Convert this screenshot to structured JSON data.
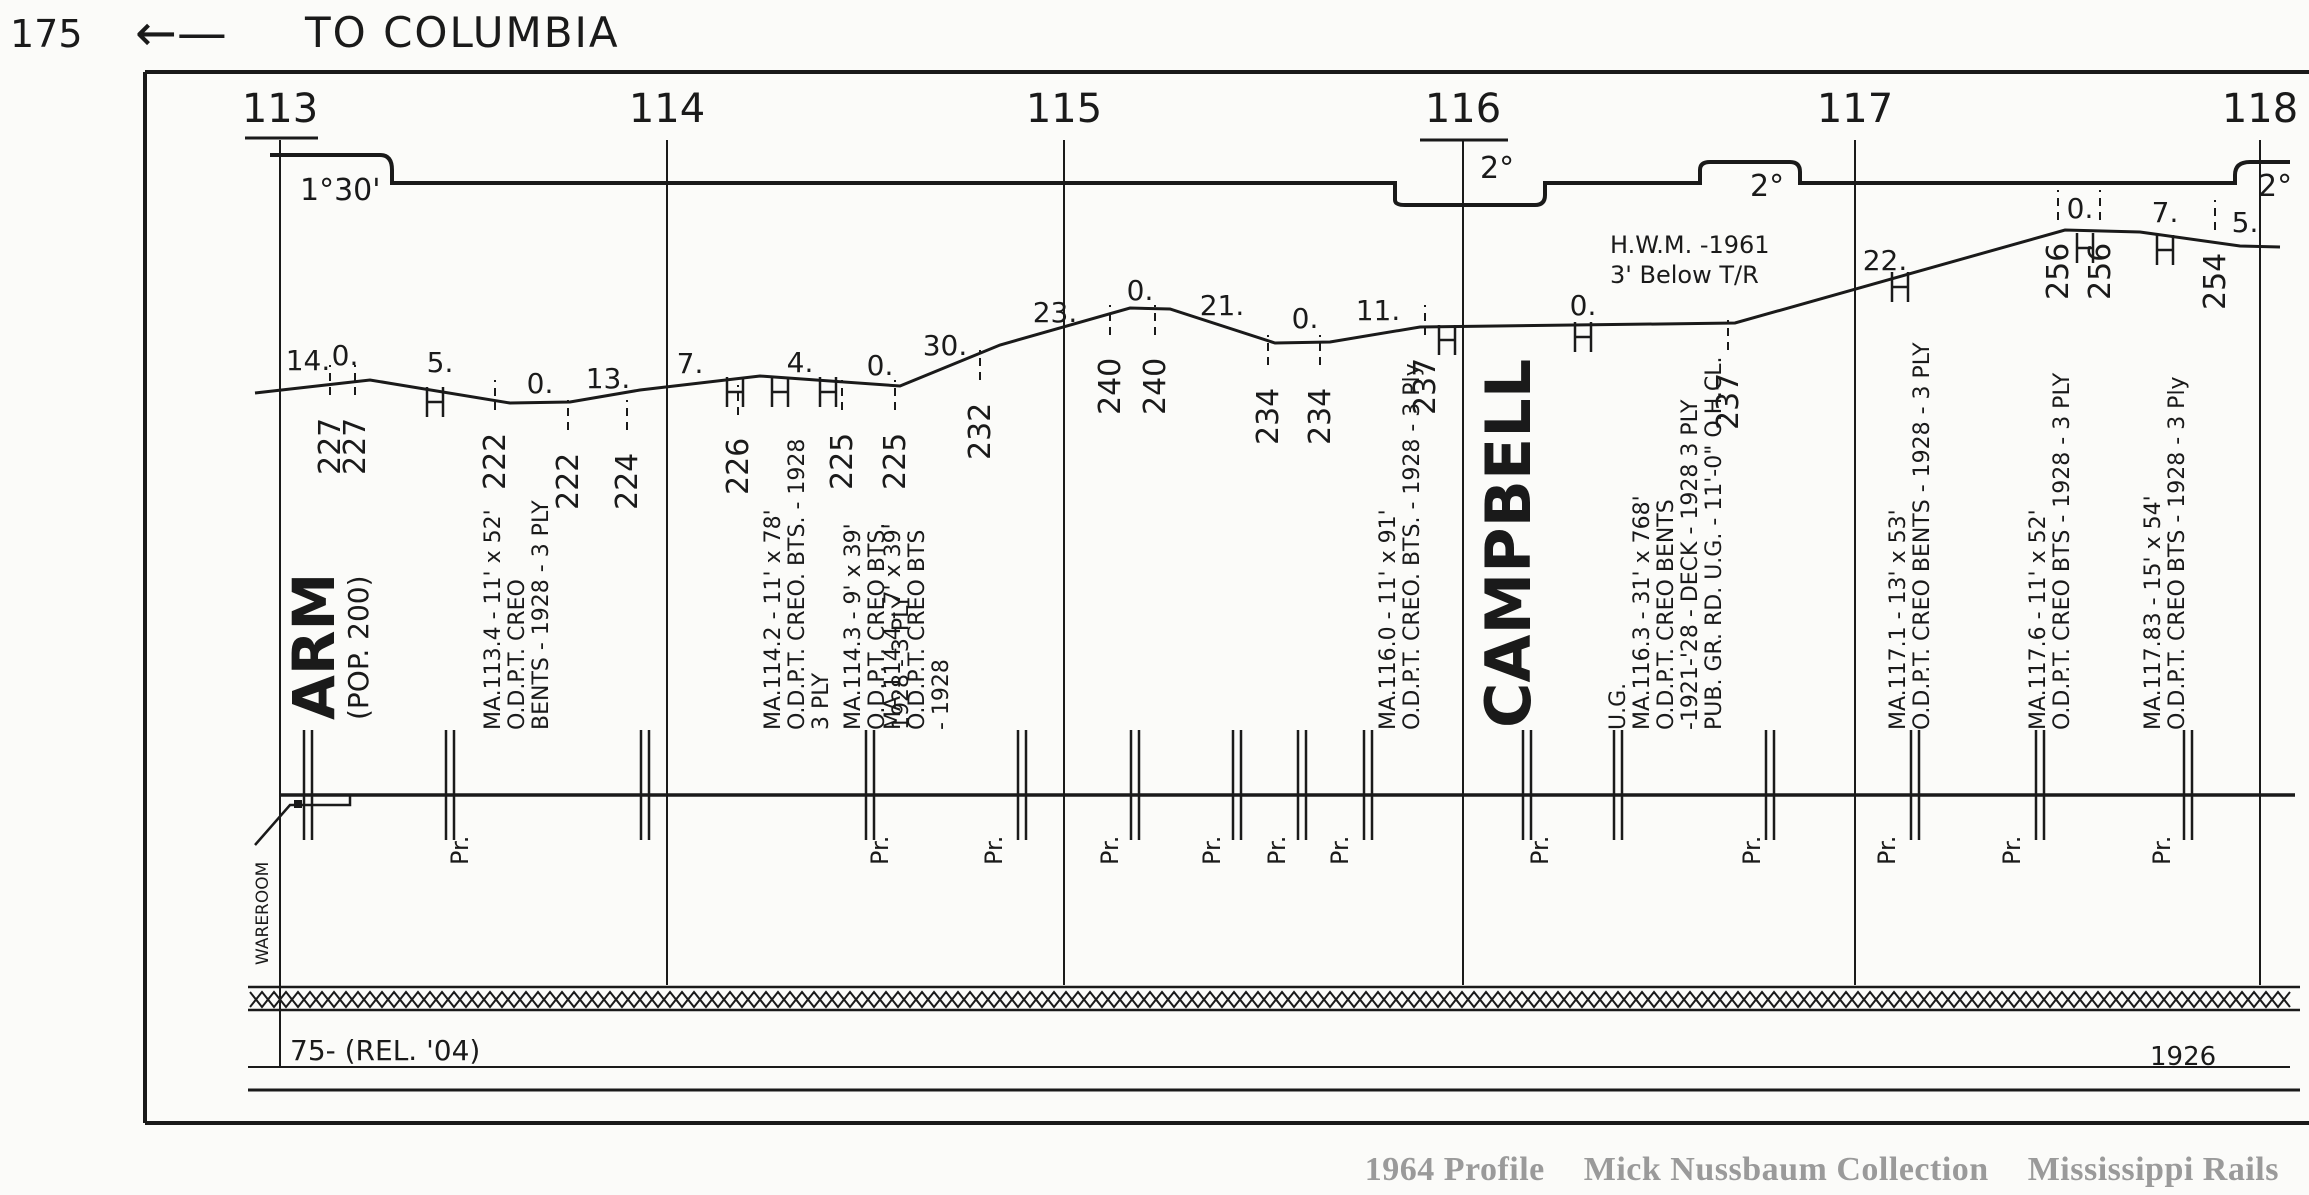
{
  "header": {
    "page_number": "175",
    "direction": "TO COLUMBIA"
  },
  "mileposts": [
    "113",
    "114",
    "115",
    "116",
    "117",
    "118"
  ],
  "curvature": [
    "1°30'",
    "2°",
    "2°",
    "2°"
  ],
  "grade_labels": [
    "14.",
    "0.",
    "5.",
    "0.",
    "13.",
    "7.",
    "4.",
    "0.",
    "30.",
    "23.",
    "0.",
    "21.",
    "0.",
    "11.",
    "0.",
    "22.",
    "0.",
    "7.",
    "5."
  ],
  "elevations": [
    "227",
    "227",
    "222",
    "222",
    "224",
    "226",
    "225",
    "225",
    "232",
    "240",
    "240",
    "234",
    "234",
    "237",
    "237",
    "256",
    "256",
    "254"
  ],
  "note_hwm": [
    "H.W.M. -1961",
    "3' Below T/R"
  ],
  "stations": [
    {
      "name": "ARM",
      "sub": "(POP. 200)"
    },
    {
      "name": "CAMPBELL",
      "sub": ""
    }
  ],
  "structures": [
    [
      "MA.113.4 - 11' x 52'",
      "O.D.P.T. CREO",
      "BENTS - 1928 - 3 PLY"
    ],
    [
      "MA.114.2 - 11' x 78'",
      "O.D.P.T. CREO. BTS. - 1928",
      "3 PLY"
    ],
    [
      "MA.114.3 - 9' x 39'",
      "O.D.P.T. CREO BTS.",
      "1928 - 3 PLY"
    ],
    [
      "MA.114.4 - 7' x 39'",
      "O.D.P.T. CREO BTS",
      "- 1928"
    ],
    [
      "MA.116.0 - 11' x 91'",
      "O.D.P.T. CREO. BTS. - 1928 - 3 Ply"
    ],
    [
      "U.G.",
      "MA.116.3 - 31' x 768'",
      "O.D.P.T. CREO BENTS",
      "-1921-'28 - DECK - 1928  3 PLY",
      "PUB. GR. RD.  U.G. - 11'-0\" O.H.CL."
    ],
    [
      "MA.117.1 - 13' x 53'",
      "O.D.P.T. CREO BENTS - 1928 - 3 PLY"
    ],
    [
      "MA.117.6 - 11' x 52'",
      "O.D.P.T. CREO BTS - 1928 - 3 PLY"
    ],
    [
      "MA.117.83 - 15' x 54'",
      "O.D.P.T. CREO BTS - 1928 - 3 Ply"
    ]
  ],
  "pr_label": "Pr.",
  "wareroom": "WAREROOM",
  "rail_left": "75- (REL. '04)",
  "rail_right": "1926",
  "footer": [
    "1964 Profile",
    "Mick Nussbaum Collection",
    "Mississippi Rails"
  ]
}
